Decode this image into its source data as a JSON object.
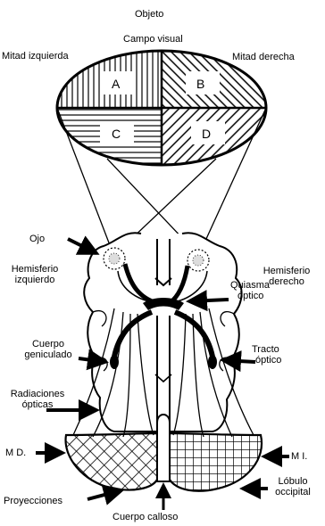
{
  "labels": {
    "objeto": "Objeto",
    "campo_visual": "Campo visual",
    "mitad_izquierda": "Mitad izquierda",
    "mitad_derecha": "Mitad derecha",
    "quadrant_a": "A",
    "quadrant_b": "B",
    "quadrant_c": "C",
    "quadrant_d": "D",
    "ojo": "Ojo",
    "hemisferio_izquierdo_1": "Hemisferio",
    "hemisferio_izquierdo_2": "izquierdo",
    "hemisferio_derecho_1": "Hemisferio",
    "hemisferio_derecho_2": "derecho",
    "quiasma_1": "Quiasma",
    "quiasma_2": "óptico",
    "cuerpo_geniculado_1": "Cuerpo",
    "cuerpo_geniculado_2": "geniculado",
    "tracto_1": "Tracto",
    "tracto_2": "óptico",
    "radiaciones_1": "Radiaciones",
    "radiaciones_2": "ópticas",
    "md": "M D.",
    "mi": "M I.",
    "lobulo_1": "Lóbulo",
    "lobulo_2": "occipital",
    "proyecciones": "Proyecciones",
    "cuerpo_calloso": "Cuerpo calloso"
  }
}
